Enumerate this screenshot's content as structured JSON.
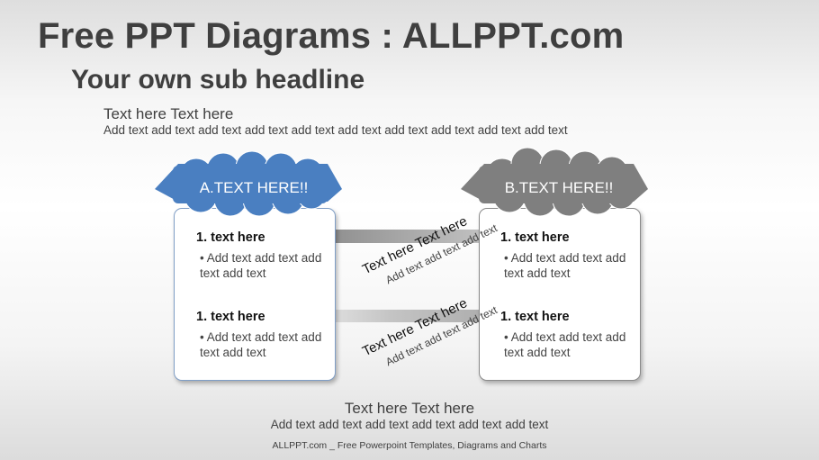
{
  "title": "Free PPT Diagrams : ALLPPT.com",
  "subtitle": "Your own sub headline",
  "intro": {
    "heading": "Text here Text here",
    "body": "Add text add text add text add text add text add text add text add text add text add text"
  },
  "panels": [
    {
      "label": "A.TEXT HERE!!",
      "color": "#4a7fc1",
      "items": [
        {
          "title": "1. text here",
          "body": "• Add text add text add text add text"
        },
        {
          "title": "1. text here",
          "body": "• Add text add text add text add text"
        }
      ]
    },
    {
      "label": "B.TEXT HERE!!",
      "color": "#7f7f7f",
      "items": [
        {
          "title": "1. text here",
          "body": "• Add text add text add text add text"
        },
        {
          "title": "1. text here",
          "body": "• Add text add text add text add text"
        }
      ]
    }
  ],
  "connectors": [
    {
      "title": "Text here Text here",
      "body": "Add text add text add text",
      "direction": "left"
    },
    {
      "title": "Text here Text here",
      "body": "Add text add text add text",
      "direction": "right"
    }
  ],
  "outro": {
    "heading": "Text here Text here",
    "body": "Add text add text add text add text add text add text"
  },
  "footer": "ALLPPT.com _ Free Powerpoint Templates, Diagrams and Charts"
}
